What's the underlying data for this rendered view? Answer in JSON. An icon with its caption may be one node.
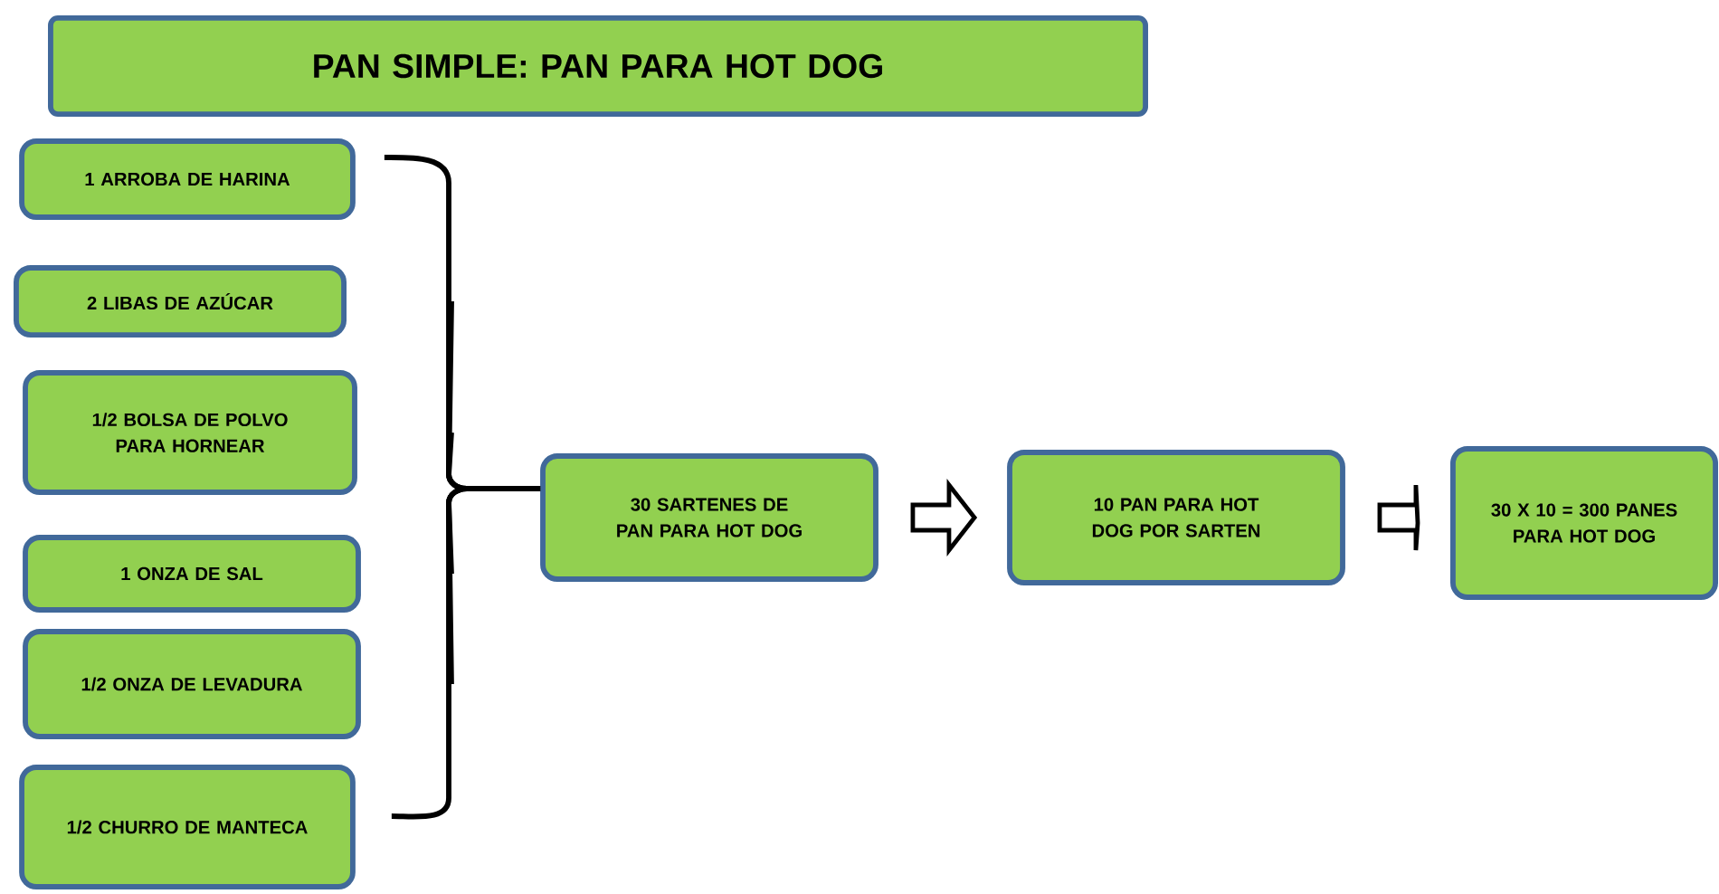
{
  "diagram": {
    "nodes": [
      {
        "text": [
          "PAN SIMPLE: PAN PARA  HOT DOG"
        ]
      },
      {
        "text": [
          "1 ARROBA DE HARINA"
        ]
      },
      {
        "text": [
          "2 LIBAS DE AZÚCAR"
        ]
      },
      {
        "text": [
          "1/2 BOLSA DE POLVO PARA HORNEAR"
        ]
      },
      {
        "text": [
          "1 ONZA DE SAL"
        ]
      },
      {
        "text": [
          "1/2 ONZA DE LEVADURA"
        ]
      },
      {
        "text": [
          "1/2  CHURRO DE MANTECA"
        ]
      },
      {
        "text": [
          "30 SARTENES DE PAN PARA HOT DOG"
        ]
      },
      {
        "text": [
          "10 PAN PARA HOT DOG POR SARTEN"
        ]
      },
      {
        "text": [
          "30 X 10 = 300  PANES PARA HOT DOG"
        ]
      }
    ],
    "edges": [
      {
        "from": 1,
        "to": 7,
        "arrow": "none"
      },
      {
        "from": 2,
        "to": 7,
        "arrow": "none"
      },
      {
        "from": 3,
        "to": 7,
        "arrow": "none"
      },
      {
        "from": 4,
        "to": 7,
        "arrow": "none"
      },
      {
        "from": 5,
        "to": 7,
        "arrow": "none"
      },
      {
        "from": 6,
        "to": 7,
        "arrow": "none"
      },
      {
        "from": 7,
        "to": 8,
        "arrow": "to"
      },
      {
        "from": 8,
        "to": 9,
        "arrow": "to"
      }
    ]
  }
}
